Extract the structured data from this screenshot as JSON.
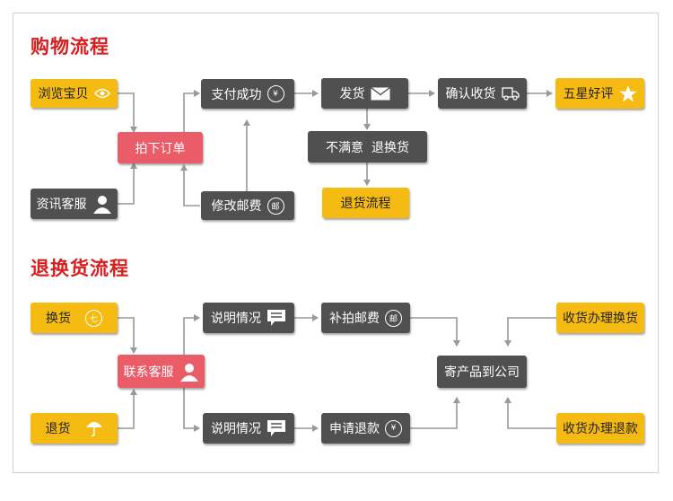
{
  "colors": {
    "dark": "#505050",
    "yellow": "#f5bb13",
    "pink": "#ea5c68",
    "title": "#d81e1e",
    "arrow": "#999999"
  },
  "shopping": {
    "title": "购物流程",
    "browse": "浏览宝贝",
    "consult": "资讯客服",
    "order": "拍下订单",
    "pay_success": "支付成功",
    "modify_postage": "修改邮费",
    "ship": "发货",
    "confirm_receipt": "确认收货",
    "five_star": "五星好评",
    "unsatisfied": "不满意  退换货",
    "return_process": "退货流程",
    "icons": {
      "browse": "eye-icon",
      "consult": "person-icon",
      "pay_success": "yen-coin-icon",
      "modify_postage": "postage-stamp-icon",
      "ship": "envelope-icon",
      "confirm_receipt": "truck-icon",
      "five_star": "star-icon"
    }
  },
  "return": {
    "title": "退换货流程",
    "exchange": "换货",
    "return_goods": "退货",
    "contact_service": "联系客服",
    "explain_top": "说明情况",
    "explain_bottom": "说明情况",
    "pay_postage": "补拍邮费",
    "apply_refund": "申请退款",
    "send_to_company": "寄产品到公司",
    "receive_exchange": "收货办理换货",
    "receive_refund": "收货办理退款",
    "exchange_badge": "七",
    "icons": {
      "exchange": "seven-day-badge-icon",
      "return_goods": "umbrella-icon",
      "contact_service": "person-icon",
      "explain": "speech-bubble-icon",
      "pay_postage": "postage-stamp-icon",
      "apply_refund": "yen-coin-icon"
    }
  }
}
